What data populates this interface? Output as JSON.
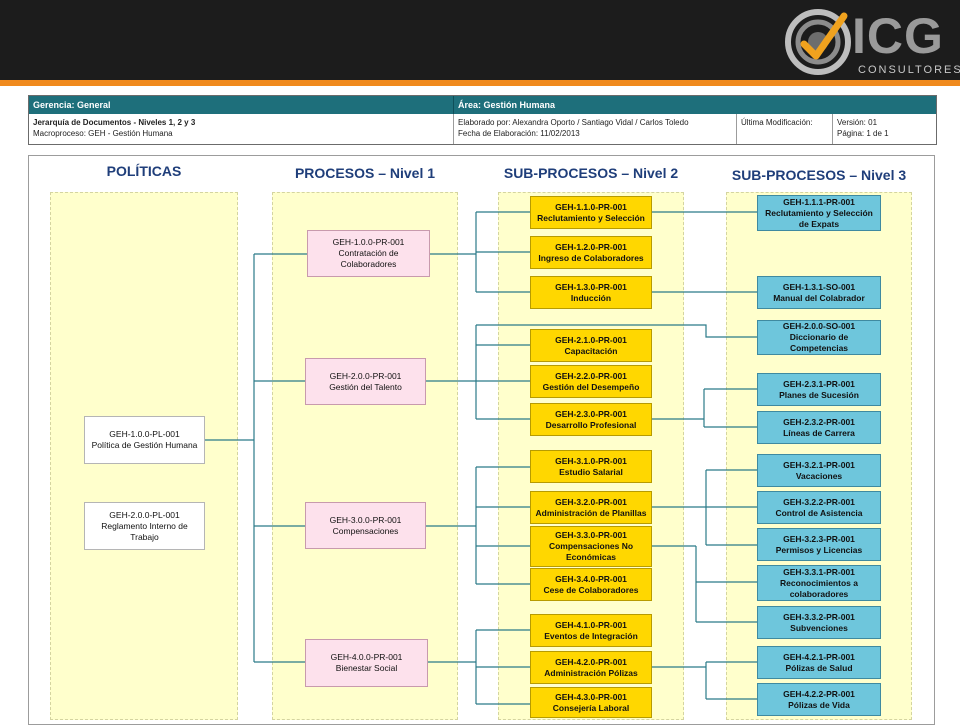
{
  "brand": {
    "logo_text": "ICG",
    "logo_sub": "CONSULTORES",
    "icon": "check-swirl-icon"
  },
  "header": {
    "gerencia": "Gerencia: General",
    "area": "Área: Gestión Humana",
    "doc_title": "Jerarquía de Documentos - Niveles 1, 2 y 3",
    "macroproceso": "Macroproceso: GEH - Gestión Humana",
    "elaborado": "Elaborado por: Alexandra Oporto / Santiago Vidal / Carlos Toledo",
    "fecha": "Fecha de Elaboración: 11/02/2013",
    "ultima_mod": "Última Modificación:",
    "version": "Versión: 01",
    "pagina": "Página: 1 de 1"
  },
  "columns": {
    "politicas": "POLÍTICAS",
    "procesos": "PROCESOS – Nivel 1",
    "sub2": "SUB-PROCESOS – Nivel 2",
    "sub3": "SUB-PROCESOS – Nivel 3"
  },
  "colors": {
    "policy": "#ffffff",
    "process": "#fde1ec",
    "level2": "#ffd700",
    "level3": "#6ec6dc",
    "connector": "#2b7a89",
    "header": "#1e6f7b",
    "accent": "#f08a1e"
  },
  "nodes": {
    "p1": {
      "code": "GEH-1.0.0-PL-001",
      "name": "Política de Gestión Humana"
    },
    "p2": {
      "code": "GEH-2.0.0-PL-001",
      "name": "Reglamento Interno de Trabajo"
    },
    "pr1": {
      "code": "GEH-1.0.0-PR-001",
      "name": "Contratación de Colaboradores"
    },
    "pr2": {
      "code": "GEH-2.0.0-PR-001",
      "name": "Gestión del Talento"
    },
    "pr3": {
      "code": "GEH-3.0.0-PR-001",
      "name": "Compensaciones"
    },
    "pr4": {
      "code": "GEH-4.0.0-PR-001",
      "name": "Bienestar Social"
    },
    "s110": {
      "code": "GEH-1.1.0-PR-001",
      "name": "Reclutamiento y Selección"
    },
    "s120": {
      "code": "GEH-1.2.0-PR-001",
      "name": "Ingreso de Colaboradores"
    },
    "s130": {
      "code": "GEH-1.3.0-PR-001",
      "name": "Inducción"
    },
    "s210": {
      "code": "GEH-2.1.0-PR-001",
      "name": "Capacitación"
    },
    "s220": {
      "code": "GEH-2.2.0-PR-001",
      "name": "Gestión del Desempeño"
    },
    "s230": {
      "code": "GEH-2.3.0-PR-001",
      "name": "Desarrollo Profesional"
    },
    "s310": {
      "code": "GEH-3.1.0-PR-001",
      "name": "Estudio Salarial"
    },
    "s320": {
      "code": "GEH-3.2.0-PR-001",
      "name": "Administración de Planillas"
    },
    "s330": {
      "code": "GEH-3.3.0-PR-001",
      "name": "Compensaciones No Económicas"
    },
    "s340": {
      "code": "GEH-3.4.0-PR-001",
      "name": "Cese de Colaboradores"
    },
    "s410": {
      "code": "GEH-4.1.0-PR-001",
      "name": "Eventos de Integración"
    },
    "s420": {
      "code": "GEH-4.2.0-PR-001",
      "name": "Administración Pólizas"
    },
    "s430": {
      "code": "GEH-4.3.0-PR-001",
      "name": "Consejería Laboral"
    },
    "t111": {
      "code": "GEH-1.1.1-PR-001",
      "name": "Reclutamiento y Selección de Expats"
    },
    "t131": {
      "code": "GEH-1.3.1-SO-001",
      "name": "Manual del Colabrador"
    },
    "t200": {
      "code": "GEH-2.0.0-SO-001",
      "name": "Diccionario de Competencias"
    },
    "t231": {
      "code": "GEH-2.3.1-PR-001",
      "name": "Planes de Sucesión"
    },
    "t232": {
      "code": "GEH-2.3.2-PR-001",
      "name": "Líneas de Carrera"
    },
    "t321": {
      "code": "GEH-3.2.1-PR-001",
      "name": "Vacaciones"
    },
    "t322": {
      "code": "GEH-3.2.2-PR-001",
      "name": "Control de Asistencia"
    },
    "t323": {
      "code": "GEH-3.2.3-PR-001",
      "name": "Permisos y Licencias"
    },
    "t331": {
      "code": "GEH-3.3.1-PR-001",
      "name": "Reconocimientos a colaboradores"
    },
    "t332": {
      "code": "GEH-3.3.2-PR-001",
      "name": "Subvenciones"
    },
    "t421": {
      "code": "GEH-4.2.1-PR-001",
      "name": "Pólizas de Salud"
    },
    "t422": {
      "code": "GEH-4.2.2-PR-001",
      "name": "Pólizas de Vida"
    }
  }
}
